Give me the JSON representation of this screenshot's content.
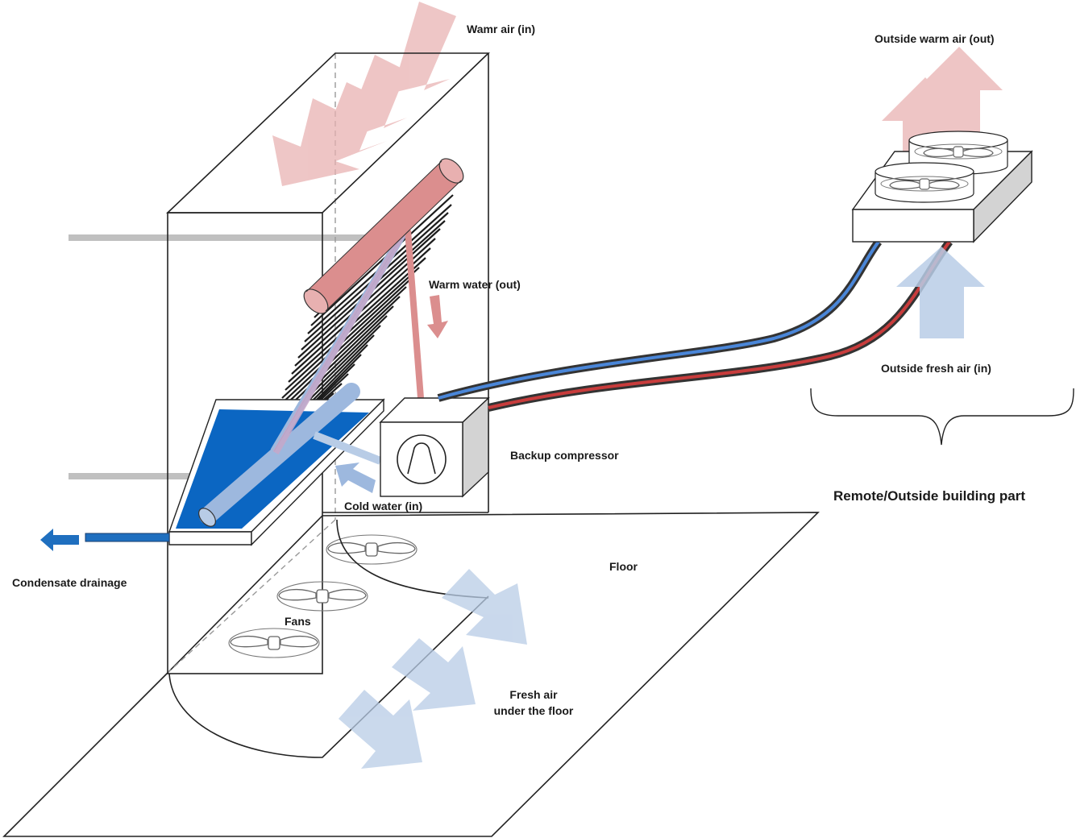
{
  "labels": {
    "warm_air_in": "Wamr air (in)",
    "outside_warm_air_out": "Outside warm air (out)",
    "warm_water_out": "Warm water (out)",
    "outside_fresh_air_in": "Outside fresh air (in)",
    "backup_compressor": "Backup compressor",
    "cold_water_in": "Cold water (in)",
    "remote_outside": "Remote/Outside building part",
    "floor": "Floor",
    "condensate_drainage": "Condensate drainage",
    "fans": "Fans",
    "fresh_air_line1": "Fresh air",
    "fresh_air_line2": "under the floor"
  },
  "colors": {
    "warm": "#e8b0b0",
    "warm_pipe": "#db8e8e",
    "cool": "#b8cce6",
    "cool_pipe": "#9db8de",
    "water": "#0b66c2",
    "drain": "#1f6fbf",
    "line_blue": "#4a86d8",
    "line_red": "#c83c3c",
    "beam": "#c0c0c0"
  }
}
